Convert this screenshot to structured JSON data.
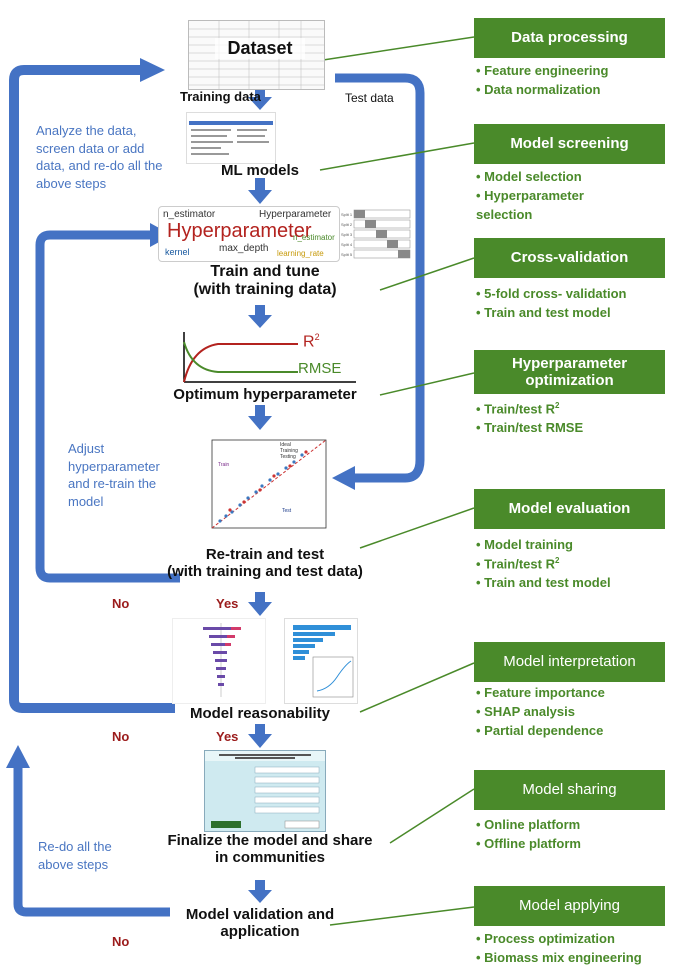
{
  "colors": {
    "arrow": "#4472c4",
    "green": "#4a8a2a",
    "red_label": "#9b1b1b",
    "note_blue": "#4a76c2"
  },
  "workflow": {
    "dataset": "Dataset",
    "training_data": "Training data",
    "test_data": "Test data",
    "ml_models": "ML models",
    "train_tune_1": "Train and tune",
    "train_tune_2": "(with training data)",
    "optimum": "Optimum hyperparameter",
    "retrain_1": "Re-train and test",
    "retrain_2": "(with training and test data)",
    "reasonability": "Model reasonability",
    "finalize_1": "Finalize the model and share",
    "finalize_2": "in communities",
    "validation_1": "Model validation and",
    "validation_2": "application"
  },
  "loops": {
    "analyze": "Analyze the data, screen data or add data, and re-do all the above steps",
    "adjust": "Adjust hyperparameter and re-train the model",
    "redo": "Re-do all the above steps"
  },
  "decisions": {
    "no": "No",
    "yes": "Yes"
  },
  "wordcloud": {
    "main": "Hyperparameter",
    "small_words": [
      "n_estimator",
      "max_depth",
      "kernel",
      "Hyperparameter",
      "n_estimator",
      "learning_rate"
    ]
  },
  "curve": {
    "r2": "R",
    "r2_sup": "2",
    "rmse": "RMSE"
  },
  "panels": [
    {
      "title": "Data processing",
      "items": [
        "Feature engineering",
        "Data normalization"
      ]
    },
    {
      "title": "Model screening",
      "items": [
        "Model selection",
        "Hyperparameter selection"
      ]
    },
    {
      "title": "Cross-validation",
      "items": [
        "5-fold cross- validation",
        "Train and test model"
      ]
    },
    {
      "title": "Hyperparameter optimization",
      "items": [
        "Train/test R",
        "Train/test RMSE"
      ],
      "sup": "2"
    },
    {
      "title": "Model evaluation",
      "items": [
        "Model training",
        "Train/test R",
        "Train and test model"
      ],
      "sup": "2"
    },
    {
      "title": "Model interpretation",
      "items": [
        "Feature importance",
        "SHAP analysis",
        "Partial dependence"
      ]
    },
    {
      "title": "Model sharing",
      "items": [
        "Online platform",
        "Offline platform"
      ]
    },
    {
      "title": "Model applying",
      "items": [
        "Process optimization",
        "Biomass mix engineering"
      ]
    }
  ]
}
